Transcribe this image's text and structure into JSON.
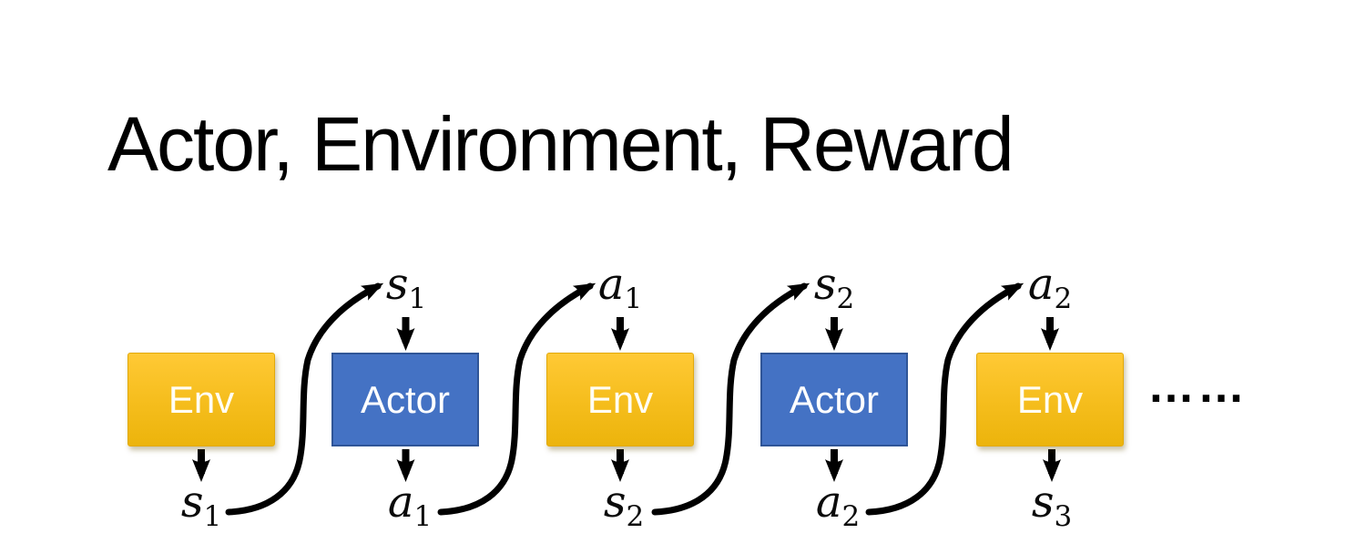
{
  "title": "Actor, Environment, Reward",
  "colors": {
    "env_gradient_top": "#FFC935",
    "env_gradient_bottom": "#ECB40C",
    "env_border": "#E2A90A",
    "actor_fill": "#4472C4",
    "actor_border": "#2F5597",
    "box_text": "#FFFFFF",
    "arrow": "#000000",
    "title_text": "#000000"
  },
  "diagram": {
    "boxes": [
      {
        "kind": "env",
        "label": "Env"
      },
      {
        "kind": "actor",
        "label": "Actor"
      },
      {
        "kind": "env",
        "label": "Env"
      },
      {
        "kind": "actor",
        "label": "Actor"
      },
      {
        "kind": "env",
        "label": "Env"
      }
    ],
    "top_labels": [
      {
        "base": "s",
        "sub": "1"
      },
      {
        "base": "a",
        "sub": "1"
      },
      {
        "base": "s",
        "sub": "2"
      },
      {
        "base": "a",
        "sub": "2"
      }
    ],
    "bottom_labels": [
      {
        "base": "s",
        "sub": "1"
      },
      {
        "base": "a",
        "sub": "1"
      },
      {
        "base": "s",
        "sub": "2"
      },
      {
        "base": "a",
        "sub": "2"
      },
      {
        "base": "s",
        "sub": "3"
      }
    ],
    "ellipsis": "……"
  }
}
